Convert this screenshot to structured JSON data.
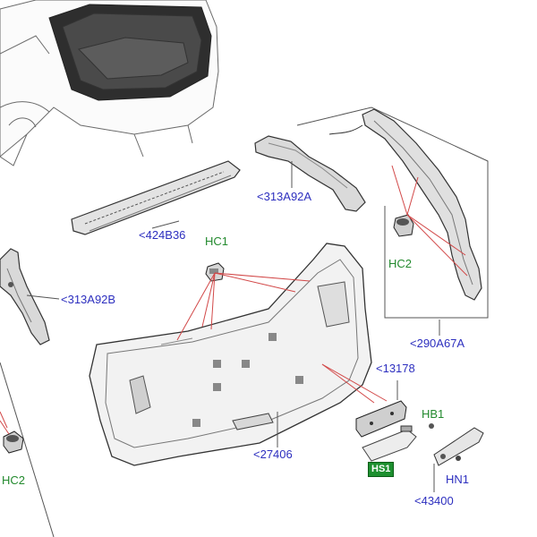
{
  "labels": {
    "hc1": "HC1",
    "p313a92a": "<313A92A",
    "p424b36": "<424B36",
    "p313a92b": "<313A92B",
    "hc2_right": "HC2",
    "p290a67a": "<290A67A",
    "p13178": "<13178",
    "hb1": "HB1",
    "p27406": "<27406",
    "hs1": "HS1",
    "hn1": "HN1",
    "p43400": "<43400",
    "hc2_left": "HC2"
  },
  "colors": {
    "part_number": "#2d2fbf",
    "fixing_code": "#238a2e",
    "leader_line": "#d24848",
    "outline": "#555555",
    "tag_bg": "#1d8f2f"
  }
}
